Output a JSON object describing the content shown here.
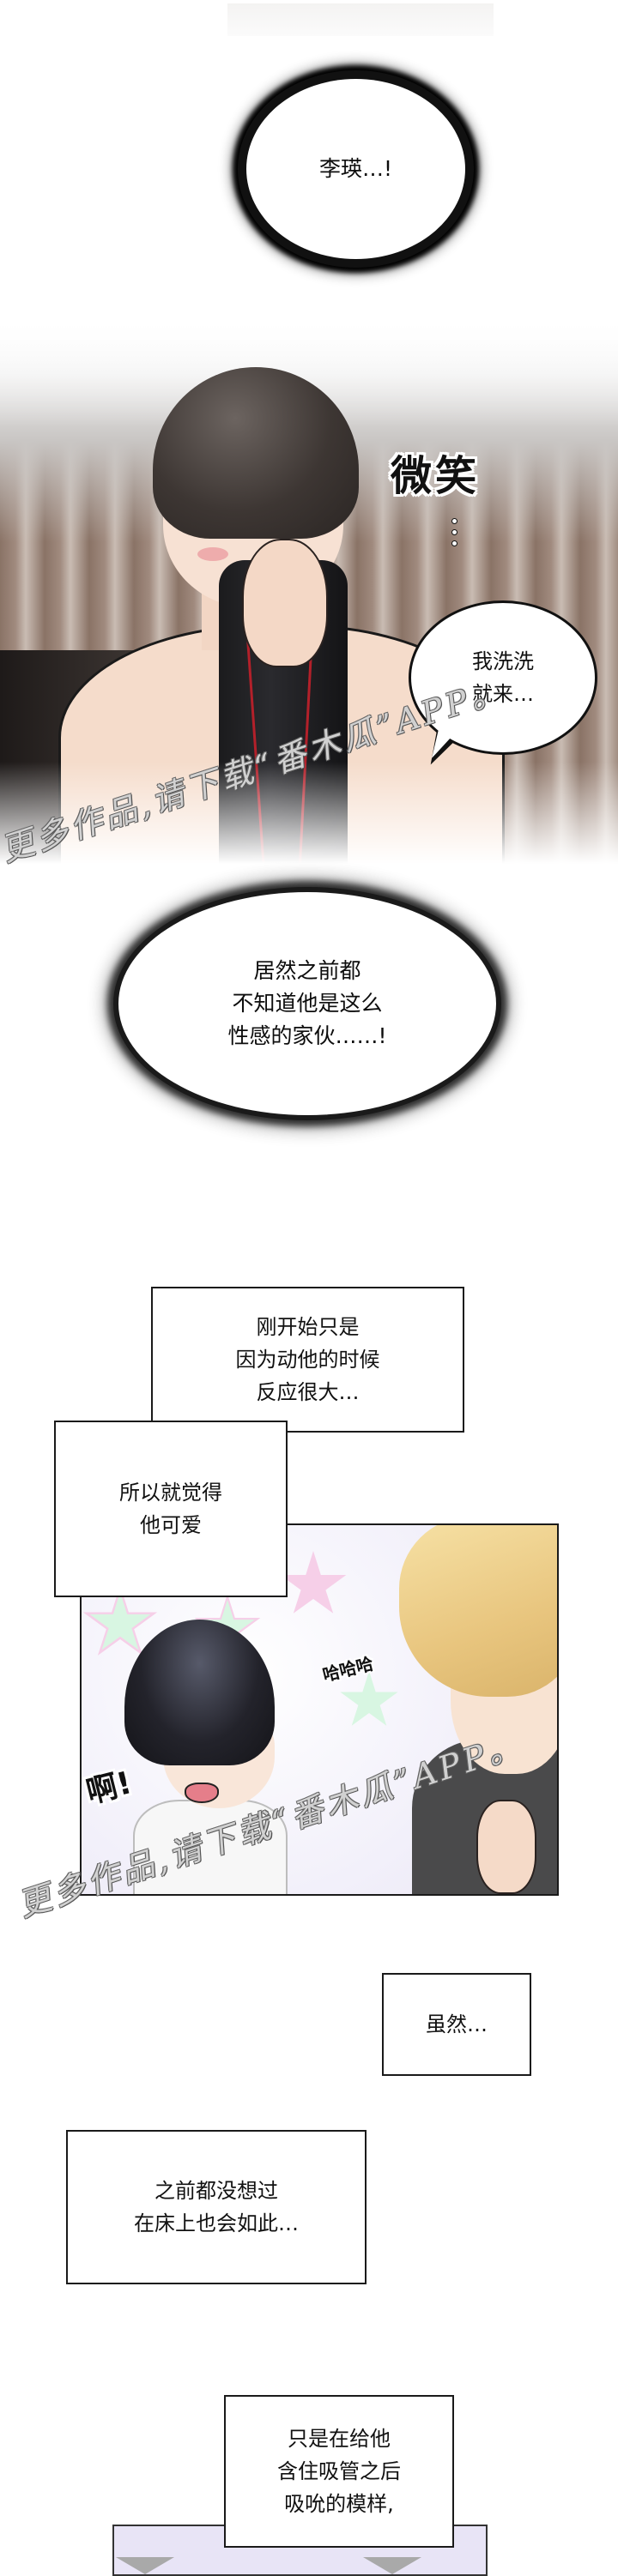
{
  "page": {
    "type": "webtoon-comic-strip",
    "background": "#ffffff"
  },
  "panel_1": {
    "thought_bubble_top": {
      "text": "李瑛…!"
    },
    "sfx_smile": {
      "text": "微笑",
      "trailing": "…"
    },
    "speech_bubble": {
      "lines": [
        "我洗洗",
        "就来…"
      ]
    },
    "thought_bubble_bottom": {
      "lines": [
        "居然之前都",
        "不知道他是这么",
        "性感的家伙……!"
      ]
    }
  },
  "narration": {
    "box_a": {
      "lines": [
        "刚开始只是",
        "因为动他的时候",
        "反应很大…"
      ]
    },
    "box_b": {
      "lines": [
        "所以就觉得",
        "他可爱"
      ]
    }
  },
  "panel_2": {
    "sfx_laugh": {
      "text": "哈哈哈"
    },
    "sfx_ah": {
      "text": "啊!"
    }
  },
  "narration_2": {
    "box_c": {
      "text": "虽然…"
    },
    "box_d": {
      "lines": [
        "之前都没想过",
        "在床上也会如此…"
      ]
    },
    "box_e": {
      "lines": [
        "只是在给他",
        "含住吸管之后",
        "吸吮的模样,"
      ]
    }
  },
  "watermarks": [
    {
      "text": "更多作品,请下载“番木瓜”APP。"
    },
    {
      "text": "更多作品,请下载“番木瓜”APP。"
    }
  ],
  "colors": {
    "ink": "#111111",
    "skin": "#f5dccb",
    "shirt_dark": "#1b1b1d",
    "shirt_stripe": "#b3202a",
    "blond_hair": "#e8c57e",
    "panel_bg_lavender": "#efedf8",
    "star_green": "#d8f6e2",
    "star_pink": "#f6cfe8"
  }
}
